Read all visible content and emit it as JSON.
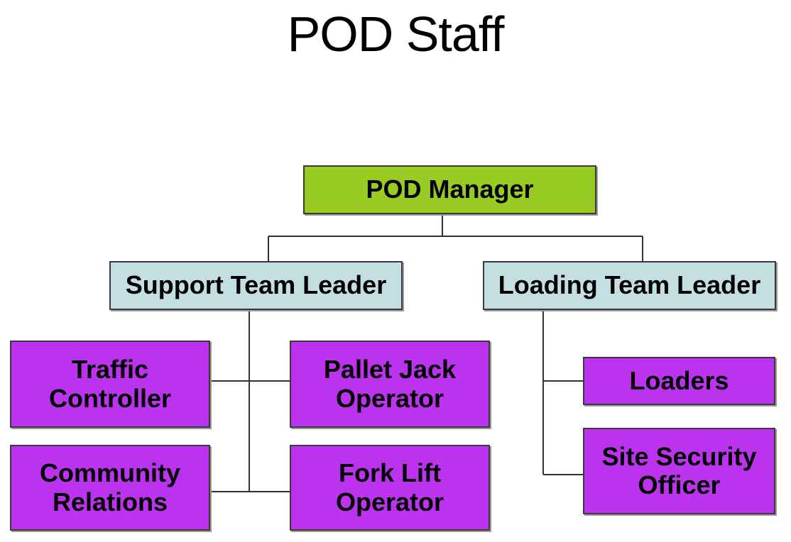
{
  "title": "POD Staff",
  "colors": {
    "manager_fill": "#99cc22",
    "leader_fill": "#c3dfe2",
    "staff_fill": "#bb33ee",
    "connector": "#333333"
  },
  "org_chart": {
    "manager": {
      "label": "POD Manager"
    },
    "support_team": {
      "leader": {
        "label": "Support Team Leader"
      },
      "members": [
        {
          "label": "Traffic\nController"
        },
        {
          "label": "Pallet Jack\nOperator"
        },
        {
          "label": "Community\nRelations"
        },
        {
          "label": "Fork Lift\nOperator"
        }
      ]
    },
    "loading_team": {
      "leader": {
        "label": "Loading Team Leader"
      },
      "members": [
        {
          "label": "Loaders"
        },
        {
          "label": "Site Security\nOfficer"
        }
      ]
    }
  }
}
